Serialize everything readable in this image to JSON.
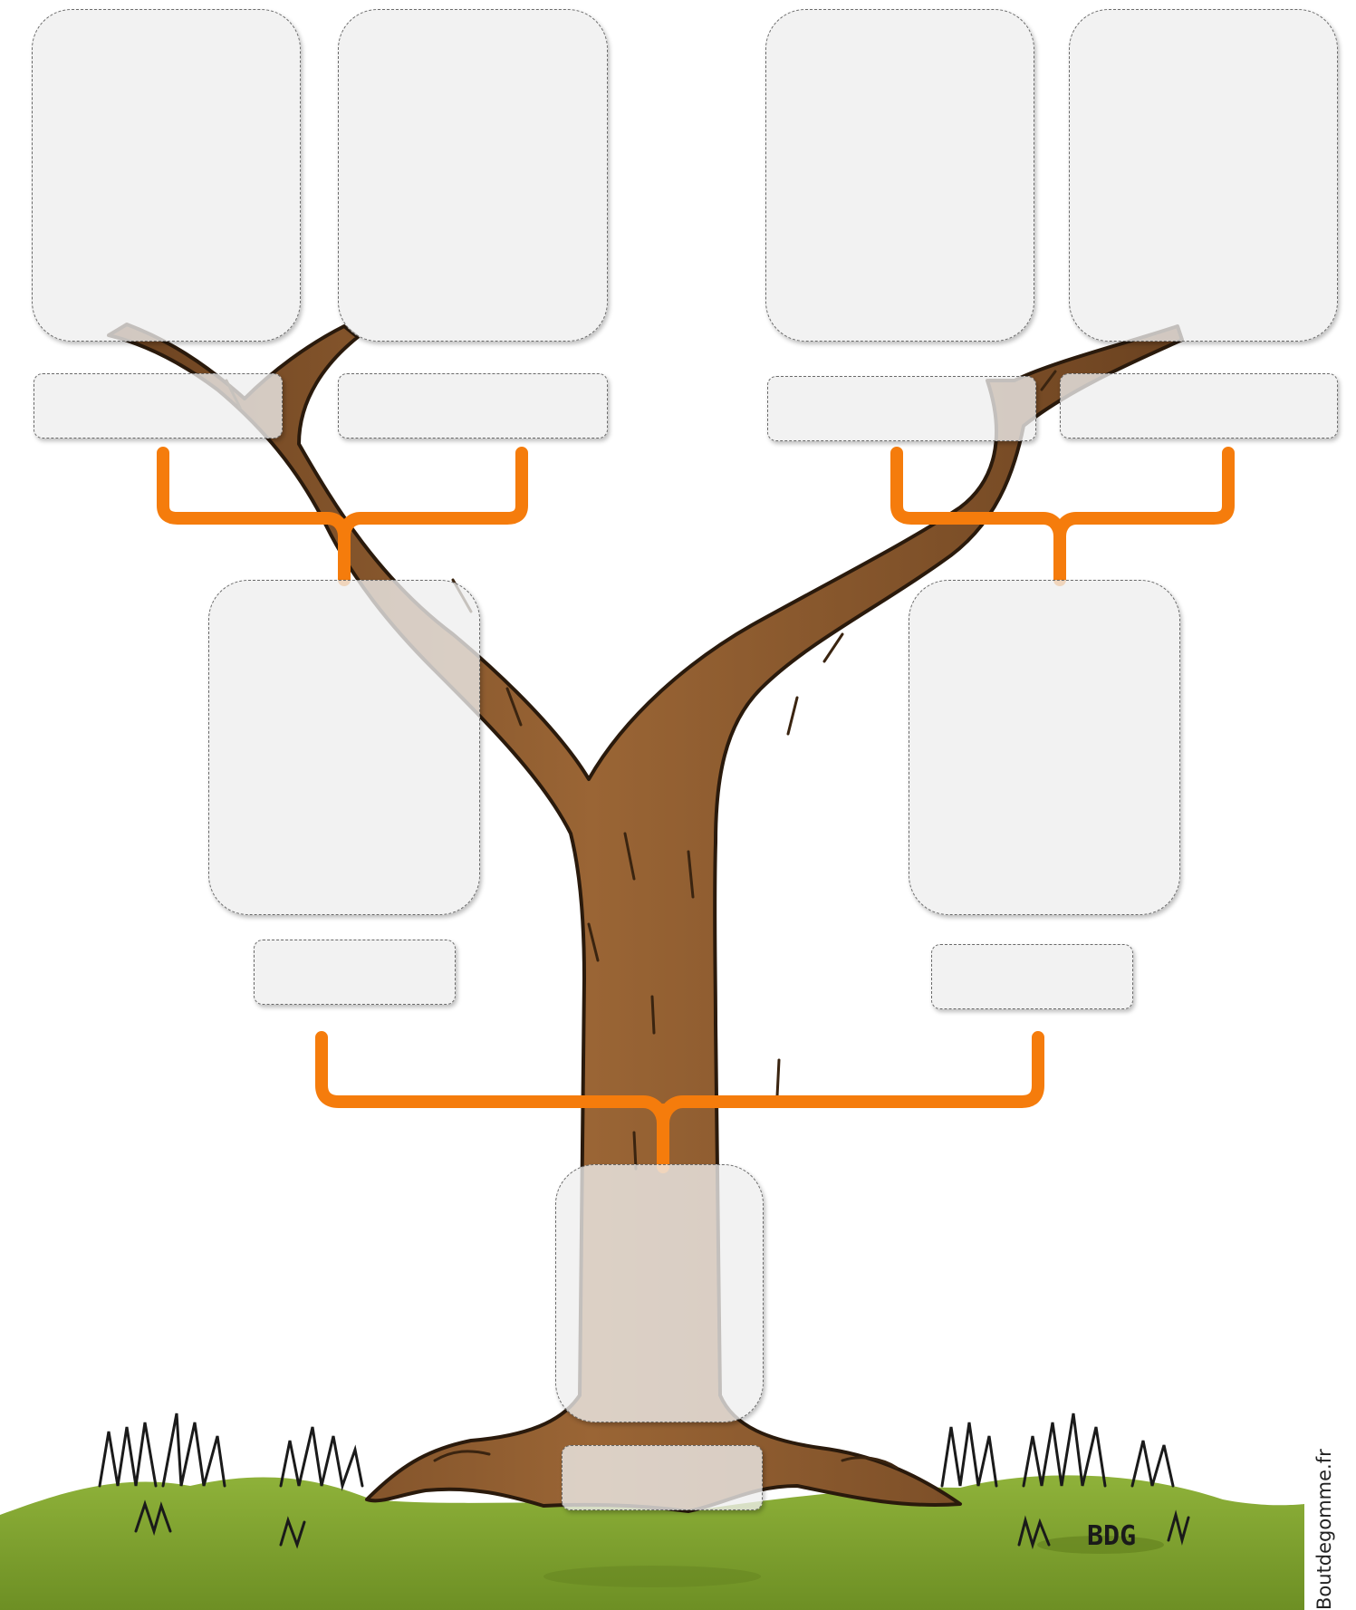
{
  "watermark": "Boutdegomme.fr",
  "signature": "BDG",
  "colors": {
    "connector": "#f57c0c",
    "trunk": "#8b5a2b",
    "trunk_shade": "#5e3a18",
    "outline": "#2a1a0c",
    "grass": "#7f9e2f",
    "grass_dark": "#5f7c1c",
    "slot_fill": "#eeeeee",
    "slot_border": "#6a6a6a"
  },
  "tree": {
    "generations": [
      {
        "level": "grandparents",
        "slots": [
          {
            "id": "grandparent-1",
            "name": ""
          },
          {
            "id": "grandparent-2",
            "name": ""
          },
          {
            "id": "grandparent-3",
            "name": ""
          },
          {
            "id": "grandparent-4",
            "name": ""
          }
        ]
      },
      {
        "level": "parents",
        "slots": [
          {
            "id": "parent-1",
            "name": ""
          },
          {
            "id": "parent-2",
            "name": ""
          }
        ]
      },
      {
        "level": "child",
        "slots": [
          {
            "id": "child",
            "name": ""
          }
        ]
      }
    ]
  }
}
